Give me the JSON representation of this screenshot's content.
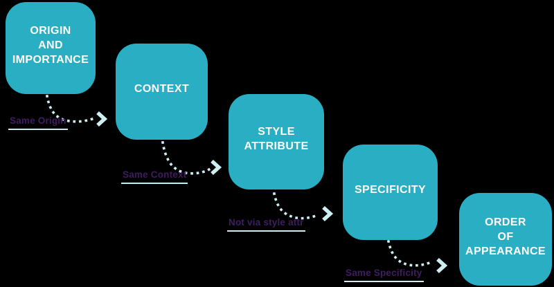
{
  "diagram": {
    "name": "css-cascade-steps"
  },
  "steps": [
    {
      "title": "ORIGIN\nAND\nIMPORTANCE"
    },
    {
      "title": "CONTEXT"
    },
    {
      "title": "STYLE\nATTRIBUTE"
    },
    {
      "title": "SPECIFICITY"
    },
    {
      "title": "ORDER\nOF\nAPPEARANCE"
    }
  ],
  "transitions": [
    {
      "label": "Same Origin",
      "arrow": "curved-dotted-arrow-right"
    },
    {
      "label": "Same Context",
      "arrow": "curved-dotted-arrow-right"
    },
    {
      "label": "Not via style attr",
      "arrow": "curved-dotted-arrow-right"
    },
    {
      "label": "Same Specificity",
      "arrow": "curved-dotted-arrow-right"
    }
  ],
  "theme": {
    "background": "#000000",
    "box_fill": "#2aaec3",
    "box_text": "#ffffff",
    "arrow": "#cfeef3",
    "label_text": "#401c60",
    "underline": "#cfeef3"
  }
}
